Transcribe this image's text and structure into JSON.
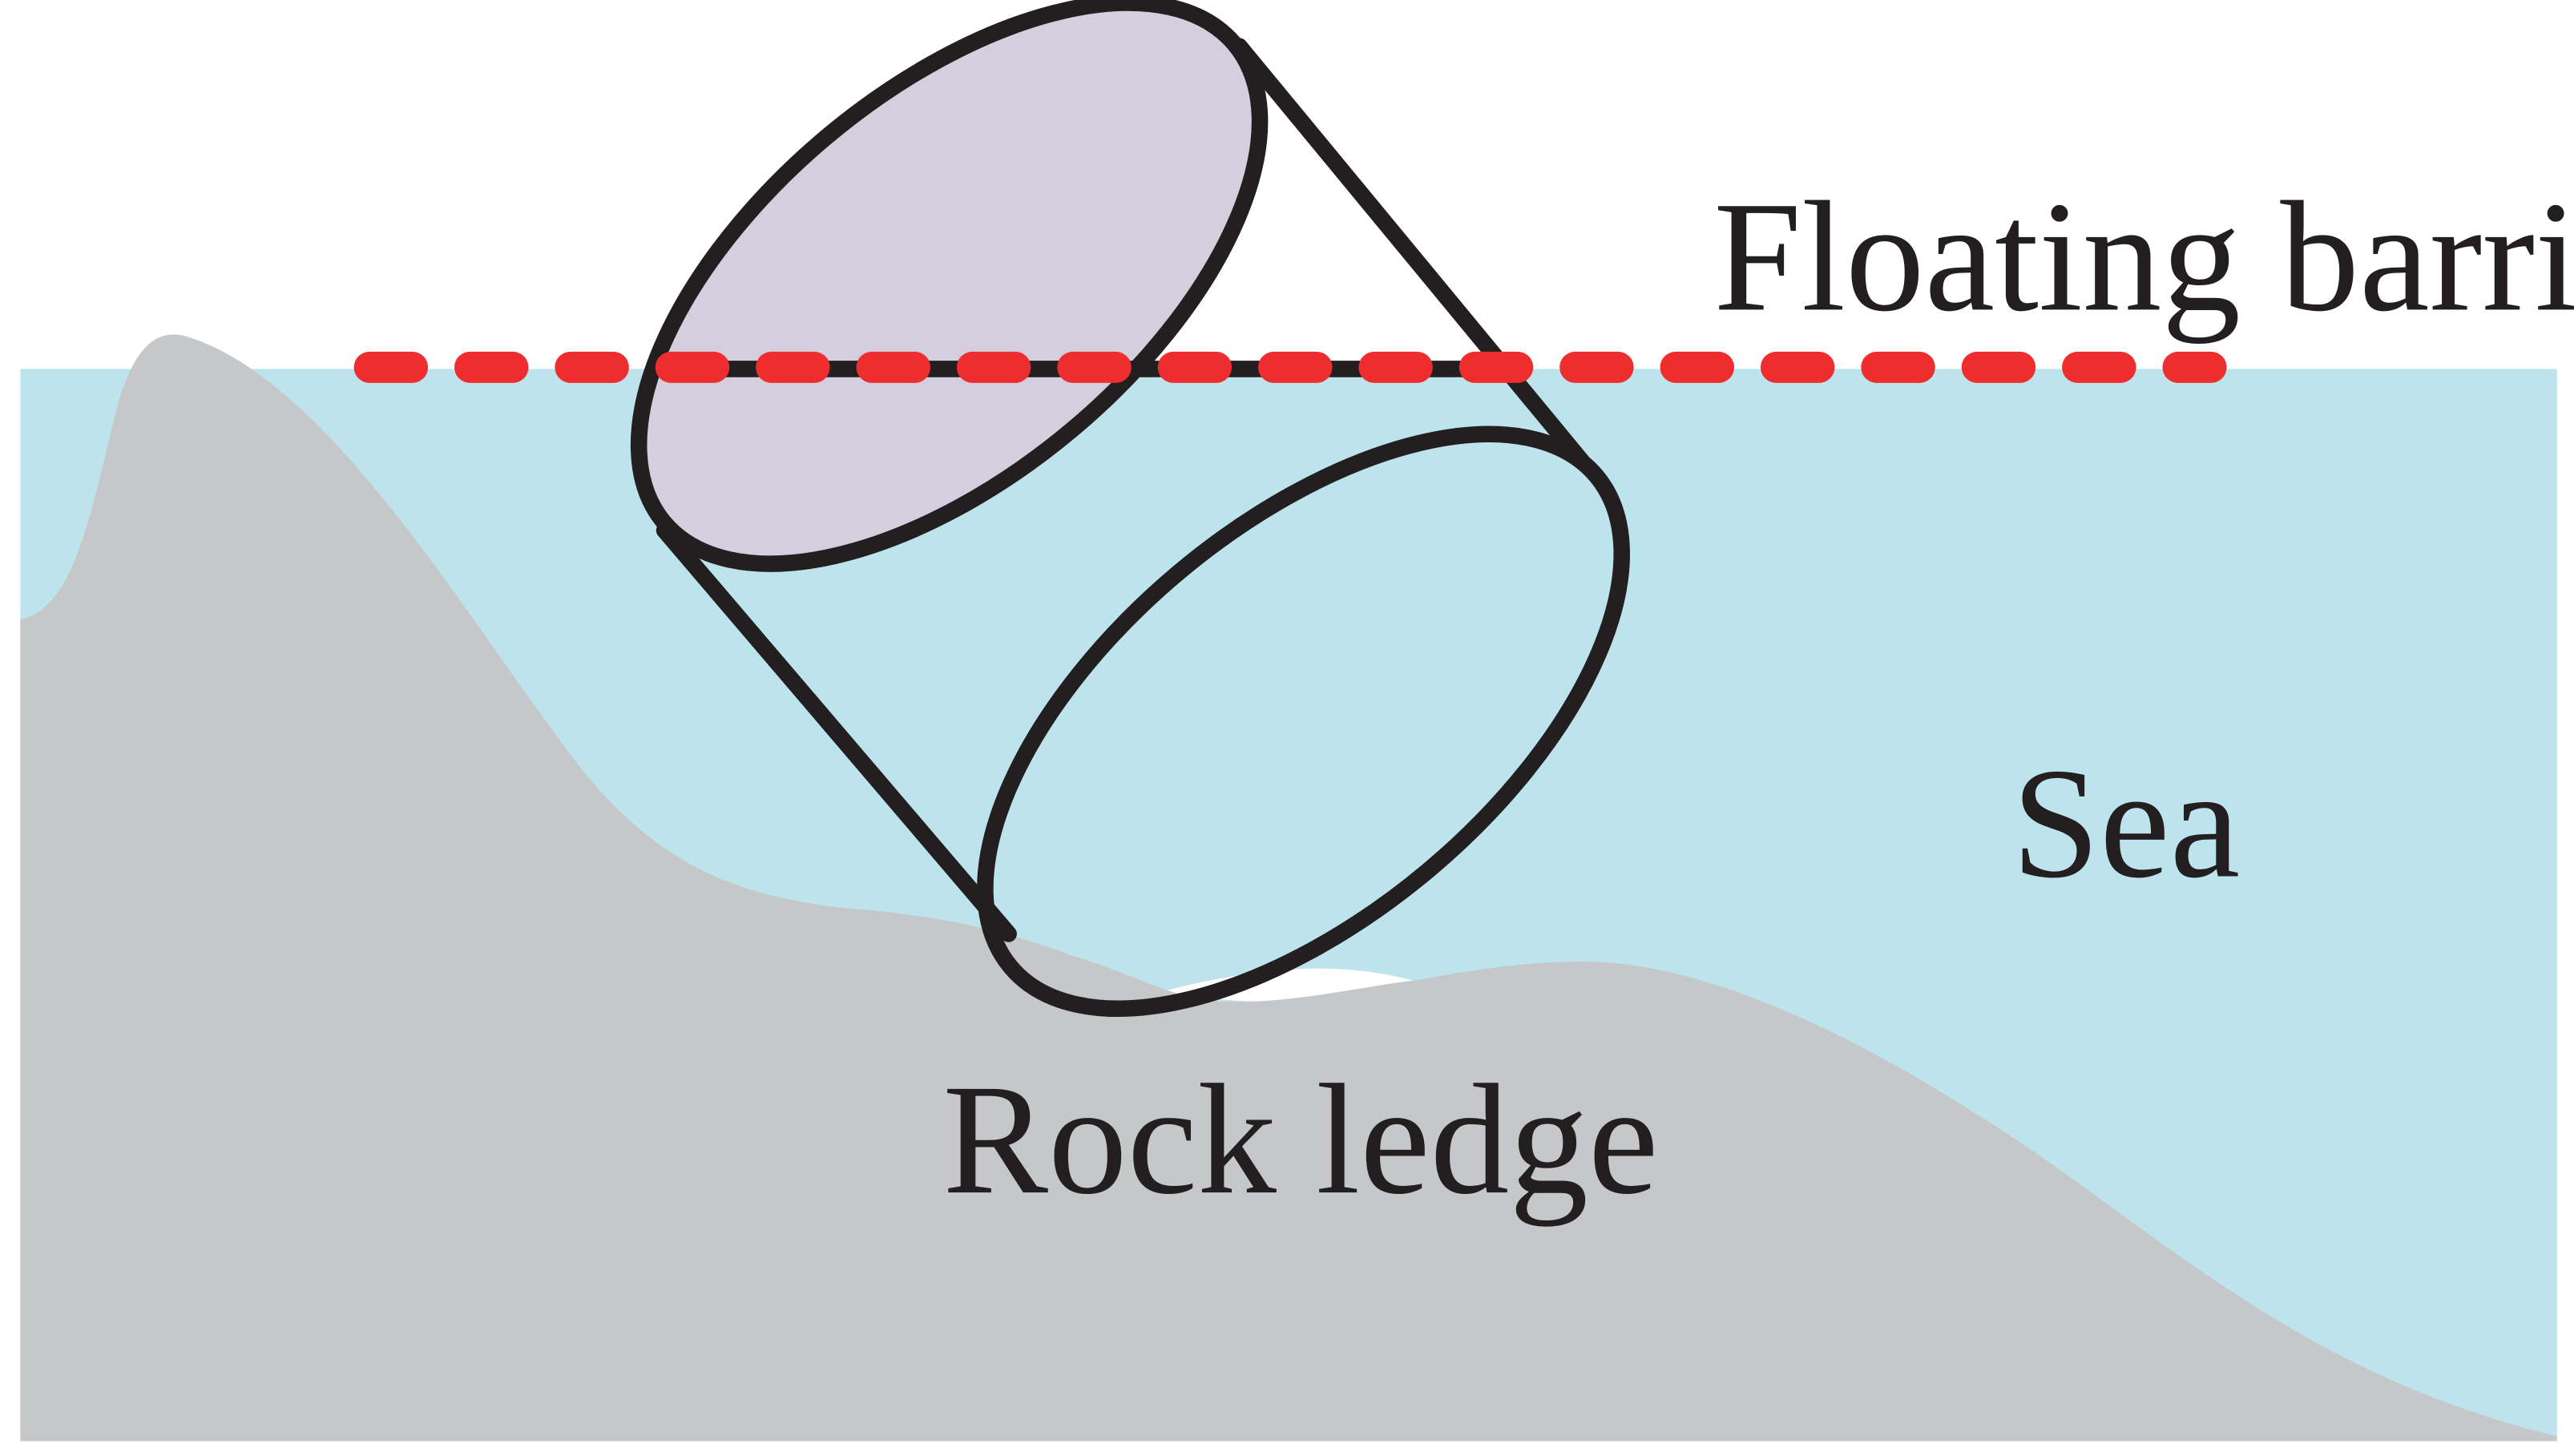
{
  "labels": {
    "floating_barrier": "Floating barrier",
    "sea": "Sea",
    "rock_ledge": "Rock ledge"
  },
  "colors": {
    "sea": "#bde4ec",
    "rock": "#c6c7c9",
    "cylinder_top": "#d3cfdf",
    "outline": "#231f20",
    "barrier": "#ee2d2f",
    "gap": "#ffffff"
  },
  "icons": {
    "cylinder": "tilted-cylinder-shape",
    "barrier": "dashed-line"
  }
}
